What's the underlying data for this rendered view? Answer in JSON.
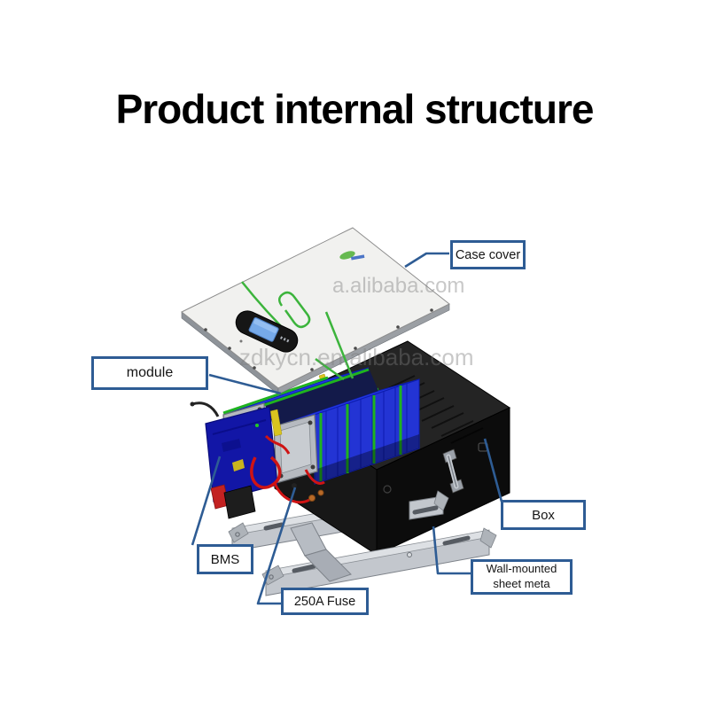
{
  "title": "Product internal structure",
  "watermarks": {
    "main": "zdkycn.en.alibaba.com",
    "upper": "a.alibaba.com"
  },
  "callouts": {
    "case_cover": {
      "label": "Case cover"
    },
    "module": {
      "label": "module"
    },
    "box": {
      "label": "Box"
    },
    "bms": {
      "label": "BMS"
    },
    "fuse": {
      "label": "250A Fuse"
    },
    "wall_mount": {
      "label_line1": "Wall-mounted",
      "label_line2": "sheet meta"
    }
  },
  "colors": {
    "callout_border": "#2e5c94",
    "leader_line": "#2e5c94",
    "battery_blue": "#2236e0",
    "strap_green": "#1fb31f",
    "panel_white": "#f1f1ef",
    "box_black": "#161616",
    "bracket_gray": "#c3c7cd",
    "bms_blue": "#1216a6",
    "wire_red": "#cf1414"
  }
}
